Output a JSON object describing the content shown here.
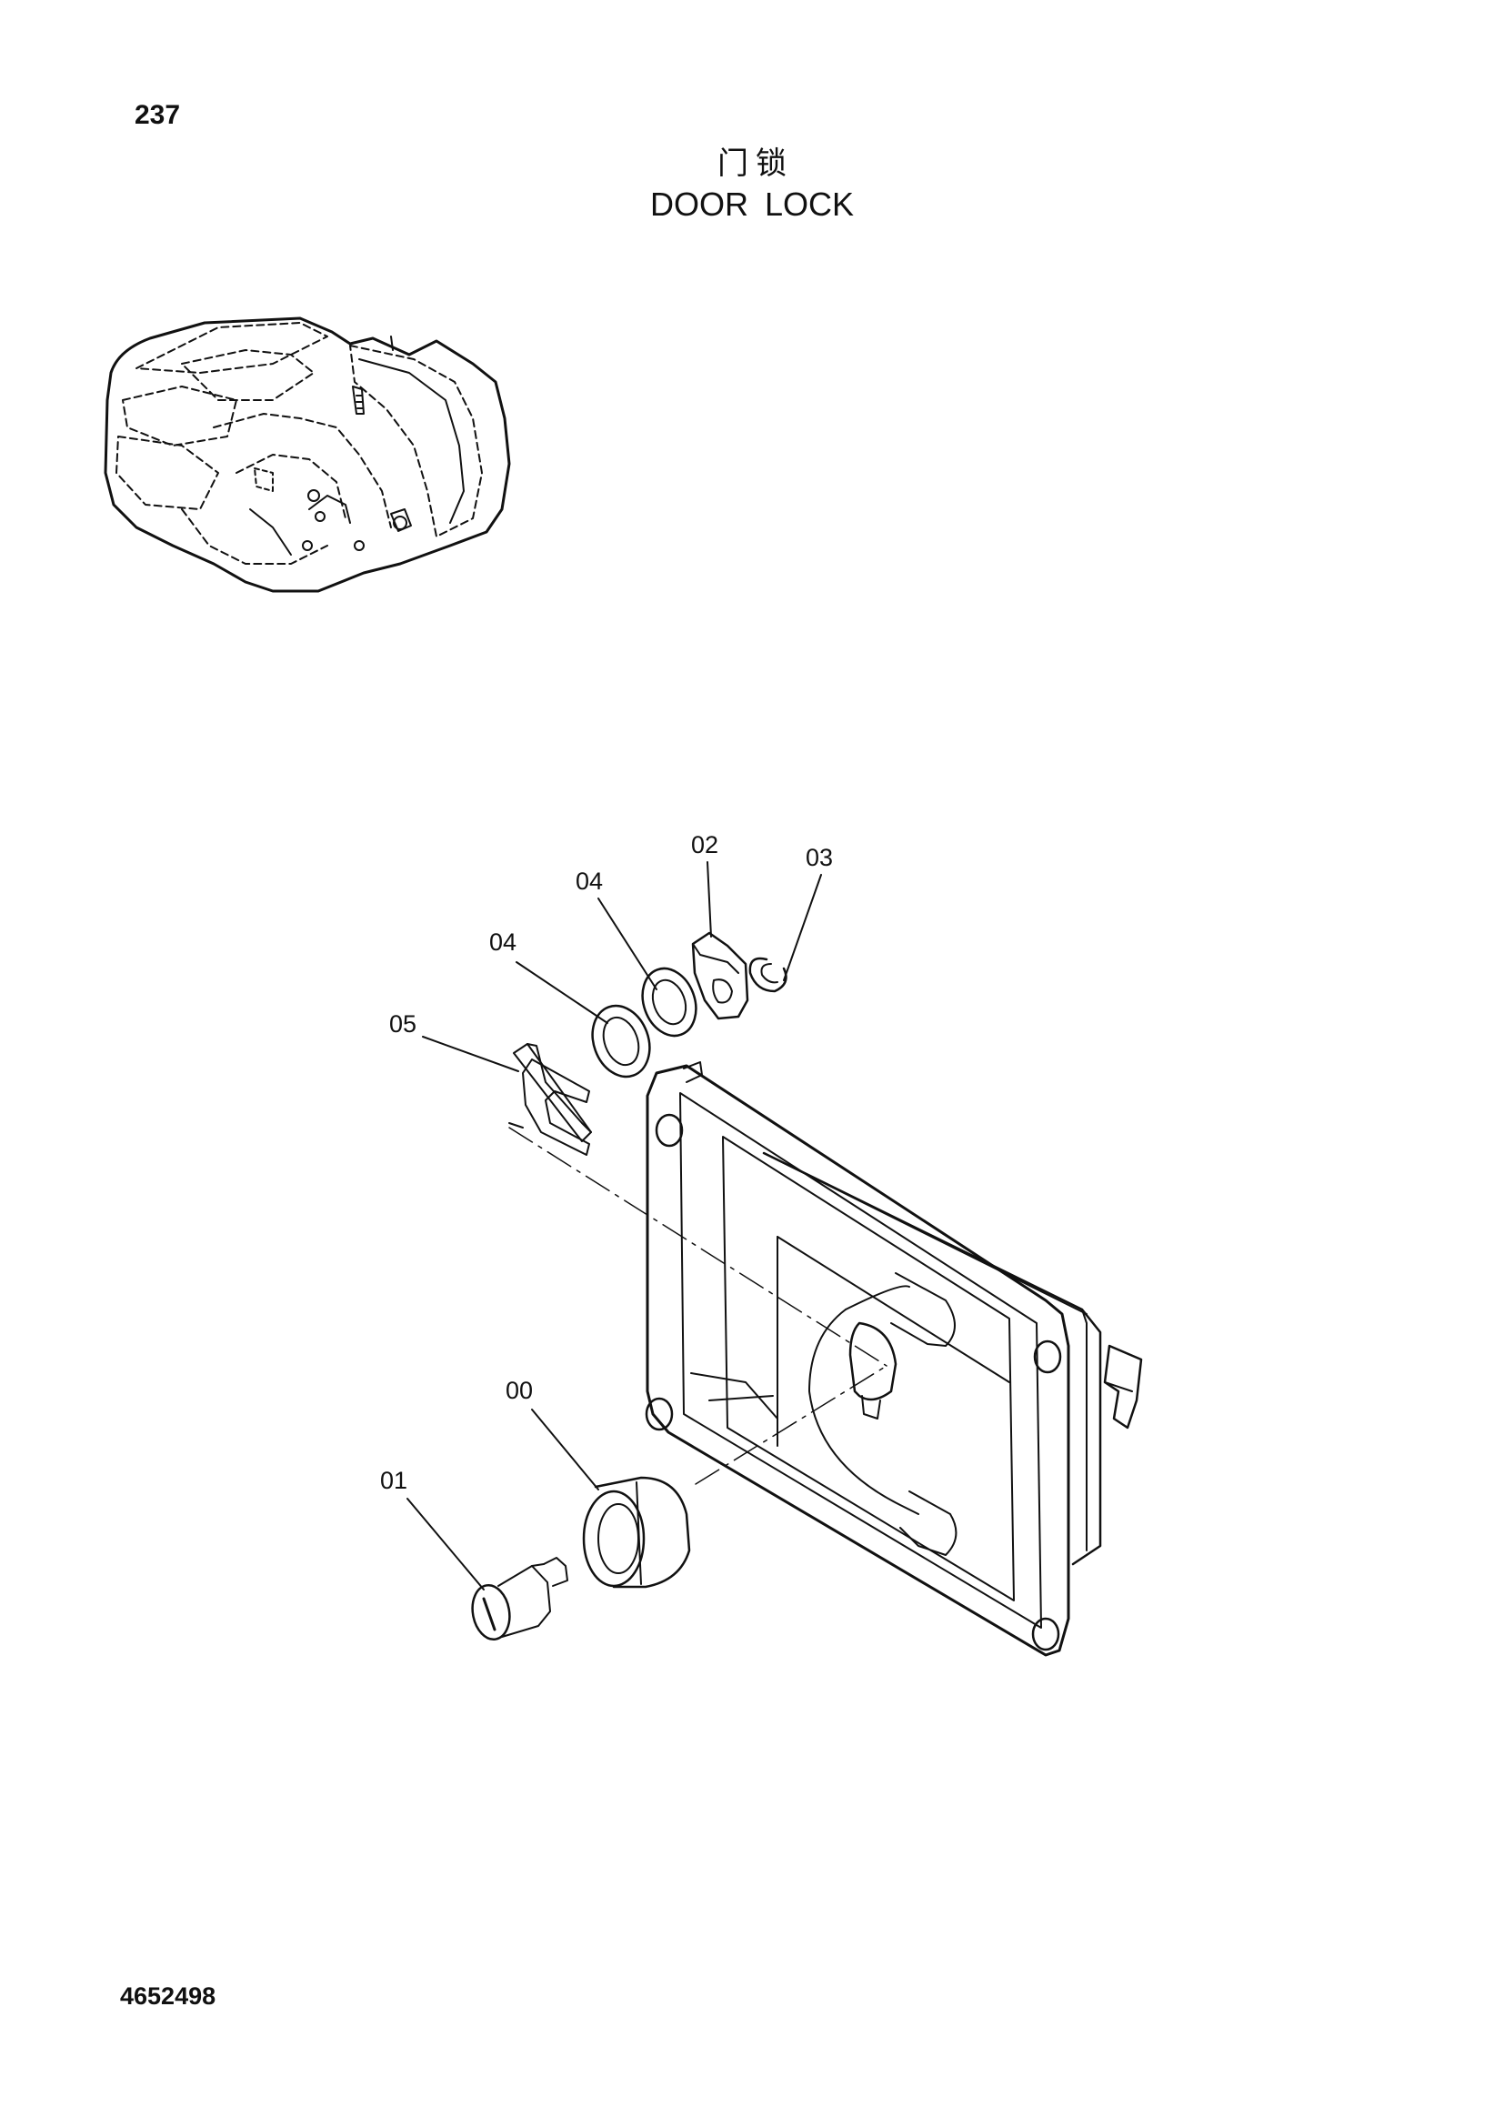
{
  "header": {
    "page_number": "237",
    "title_cn": "门锁",
    "title_en": "DOOR LOCK"
  },
  "footer": {
    "document_number": "4652498"
  },
  "callouts": [
    {
      "id": "callout-02",
      "label": "02"
    },
    {
      "id": "callout-03",
      "label": "03"
    },
    {
      "id": "callout-04a",
      "label": "04"
    },
    {
      "id": "callout-04b",
      "label": "04"
    },
    {
      "id": "callout-05",
      "label": "05"
    },
    {
      "id": "callout-00",
      "label": "00"
    },
    {
      "id": "callout-01",
      "label": "01"
    }
  ],
  "colors": {
    "ink": "#111111",
    "paper": "#ffffff"
  }
}
